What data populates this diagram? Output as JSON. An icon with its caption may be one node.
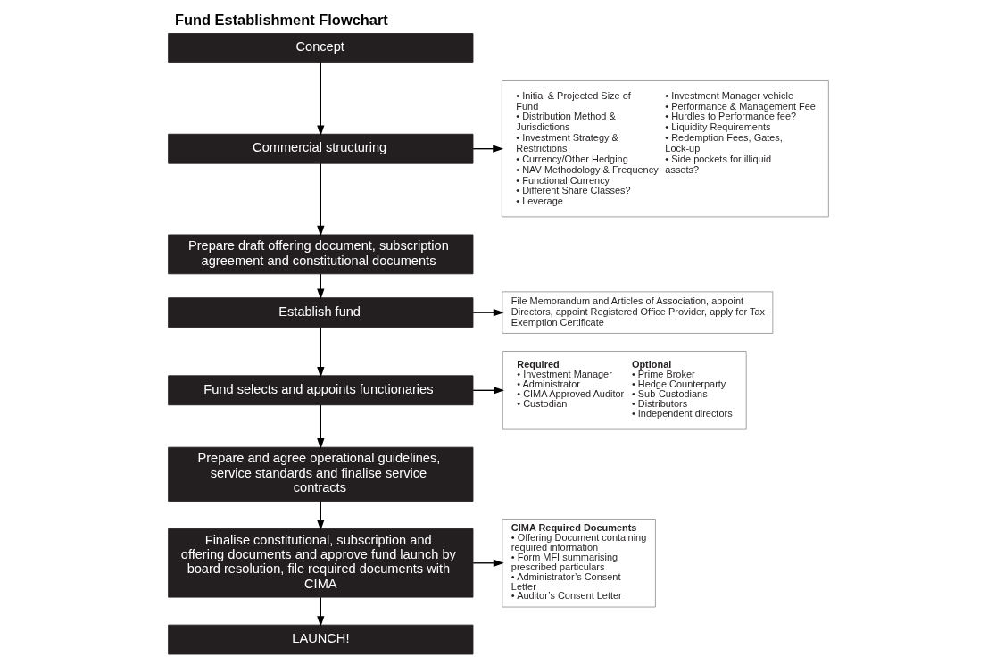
{
  "diagram": {
    "title": "Fund Establishment Flowchart",
    "nodes": [
      {
        "text": [
          "Concept"
        ]
      },
      {
        "text": [
          "Commercial structuring"
        ]
      },
      {
        "text": [
          "Prepare draft offering document, subscription agreement and constitutional documents"
        ]
      },
      {
        "text": [
          "Establish fund"
        ]
      },
      {
        "text": [
          "Fund selects and appoints functionaries"
        ]
      },
      {
        "text": [
          "Prepare and agree operational guidelines, service standards and finalise service contracts"
        ]
      },
      {
        "text": [
          "Finalise constitutional, subscription and offering documents and approve fund launch by board resolution, file required documents with CIMA"
        ]
      },
      {
        "text": [
          "LAUNCH!"
        ]
      },
      {
        "text": [
          "• Initial & Projected Size of Fund",
          "• Distribution Method & Jurisdictions",
          "• Investment Strategy & Restrictions",
          "• Currency/Other Hedging",
          "• NAV Methodology & Frequency",
          "• Functional Currency",
          "• Different Share Classes?",
          "• Leverage",
          "• Investment Manager vehicle",
          "• Performance & Management Fee",
          "• Hurdles to Performance fee?",
          "• Liquidity Requirements",
          "• Redemption Fees, Gates, Lock-up",
          "• Side pockets for illiquid assets?"
        ]
      },
      {
        "text": [
          "File Memorandum and Articles of Association, appoint Directors, appoint Registered Office Provider, apply for Tax Exemption Certificate"
        ]
      },
      {
        "text": [
          "Required",
          "• Investment Manager",
          "• Administrator",
          "• CIMA Approved Auditor",
          "• Custodian",
          "Optional",
          "• Prime Broker",
          "• Hedge Counterparty",
          "• Sub-Custodians",
          "• Distributors",
          "• Independent directors"
        ]
      },
      {
        "text": [
          "CIMA Required Documents",
          "• Offering Document containing required information",
          "• Form MFI summarising prescribed particulars",
          "• Administrator’s Consent Letter",
          "• Auditor’s Consent Letter"
        ]
      }
    ],
    "edges": [
      {
        "from": 0,
        "to": 1,
        "arrow": "to"
      },
      {
        "from": 1,
        "to": 2,
        "arrow": "to"
      },
      {
        "from": 2,
        "to": 3,
        "arrow": "to"
      },
      {
        "from": 3,
        "to": 4,
        "arrow": "to"
      },
      {
        "from": 4,
        "to": 5,
        "arrow": "to"
      },
      {
        "from": 5,
        "to": 6,
        "arrow": "to"
      },
      {
        "from": 6,
        "to": 7,
        "arrow": "to"
      },
      {
        "from": 1,
        "to": 8,
        "arrow": "to"
      },
      {
        "from": 3,
        "to": 9,
        "arrow": "to"
      },
      {
        "from": 4,
        "to": 10,
        "arrow": "to"
      },
      {
        "from": 6,
        "to": 11,
        "arrow": "to"
      }
    ]
  }
}
